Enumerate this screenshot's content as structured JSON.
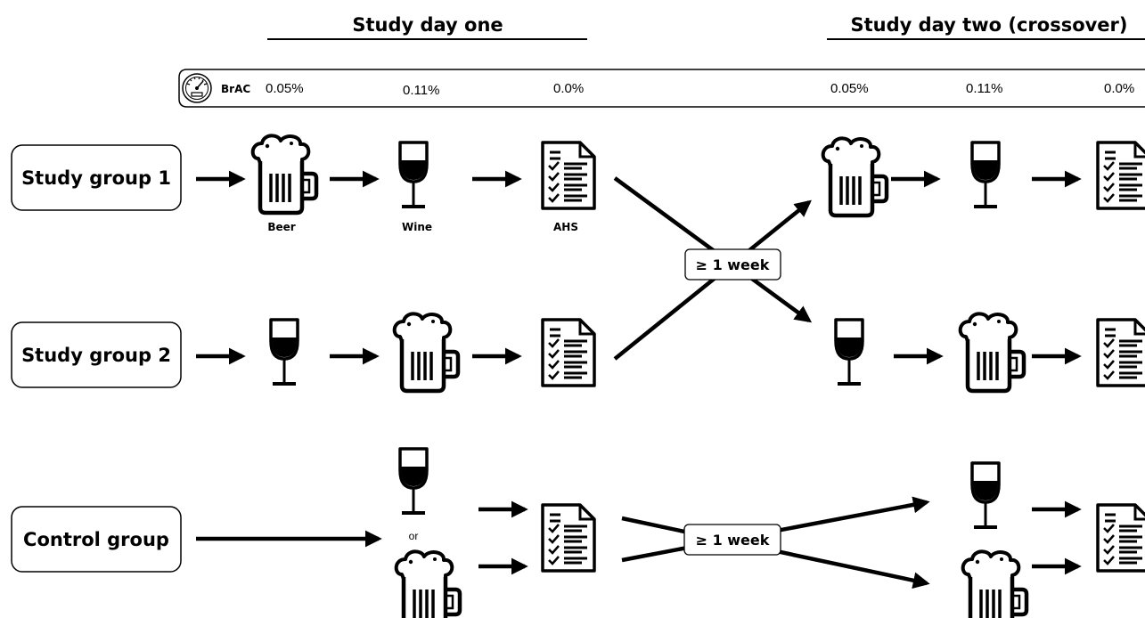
{
  "headers": {
    "day_one": "Study day one",
    "day_two": "Study day two (crossover)"
  },
  "brac_bar": {
    "icon": "speedometer-icon",
    "label": "BrAC",
    "day_one_values": [
      "0.05%",
      "0.11%",
      "0.0%"
    ],
    "day_two_values": [
      "0.05%",
      "0.11%",
      "0.0%"
    ]
  },
  "groups": {
    "group1": "Study group 1",
    "group2": "Study group 2",
    "control": "Control group"
  },
  "captions": {
    "beer": "Beer",
    "wine": "Wine",
    "ahs": "AHS"
  },
  "washout": {
    "label_top": "≥ 1 week",
    "label_bottom": "≥ 1 week"
  },
  "connector": {
    "or": "or"
  },
  "icons": {
    "beer": "beer-mug-icon",
    "wine": "wine-glass-icon",
    "checklist": "checklist-document-icon"
  }
}
